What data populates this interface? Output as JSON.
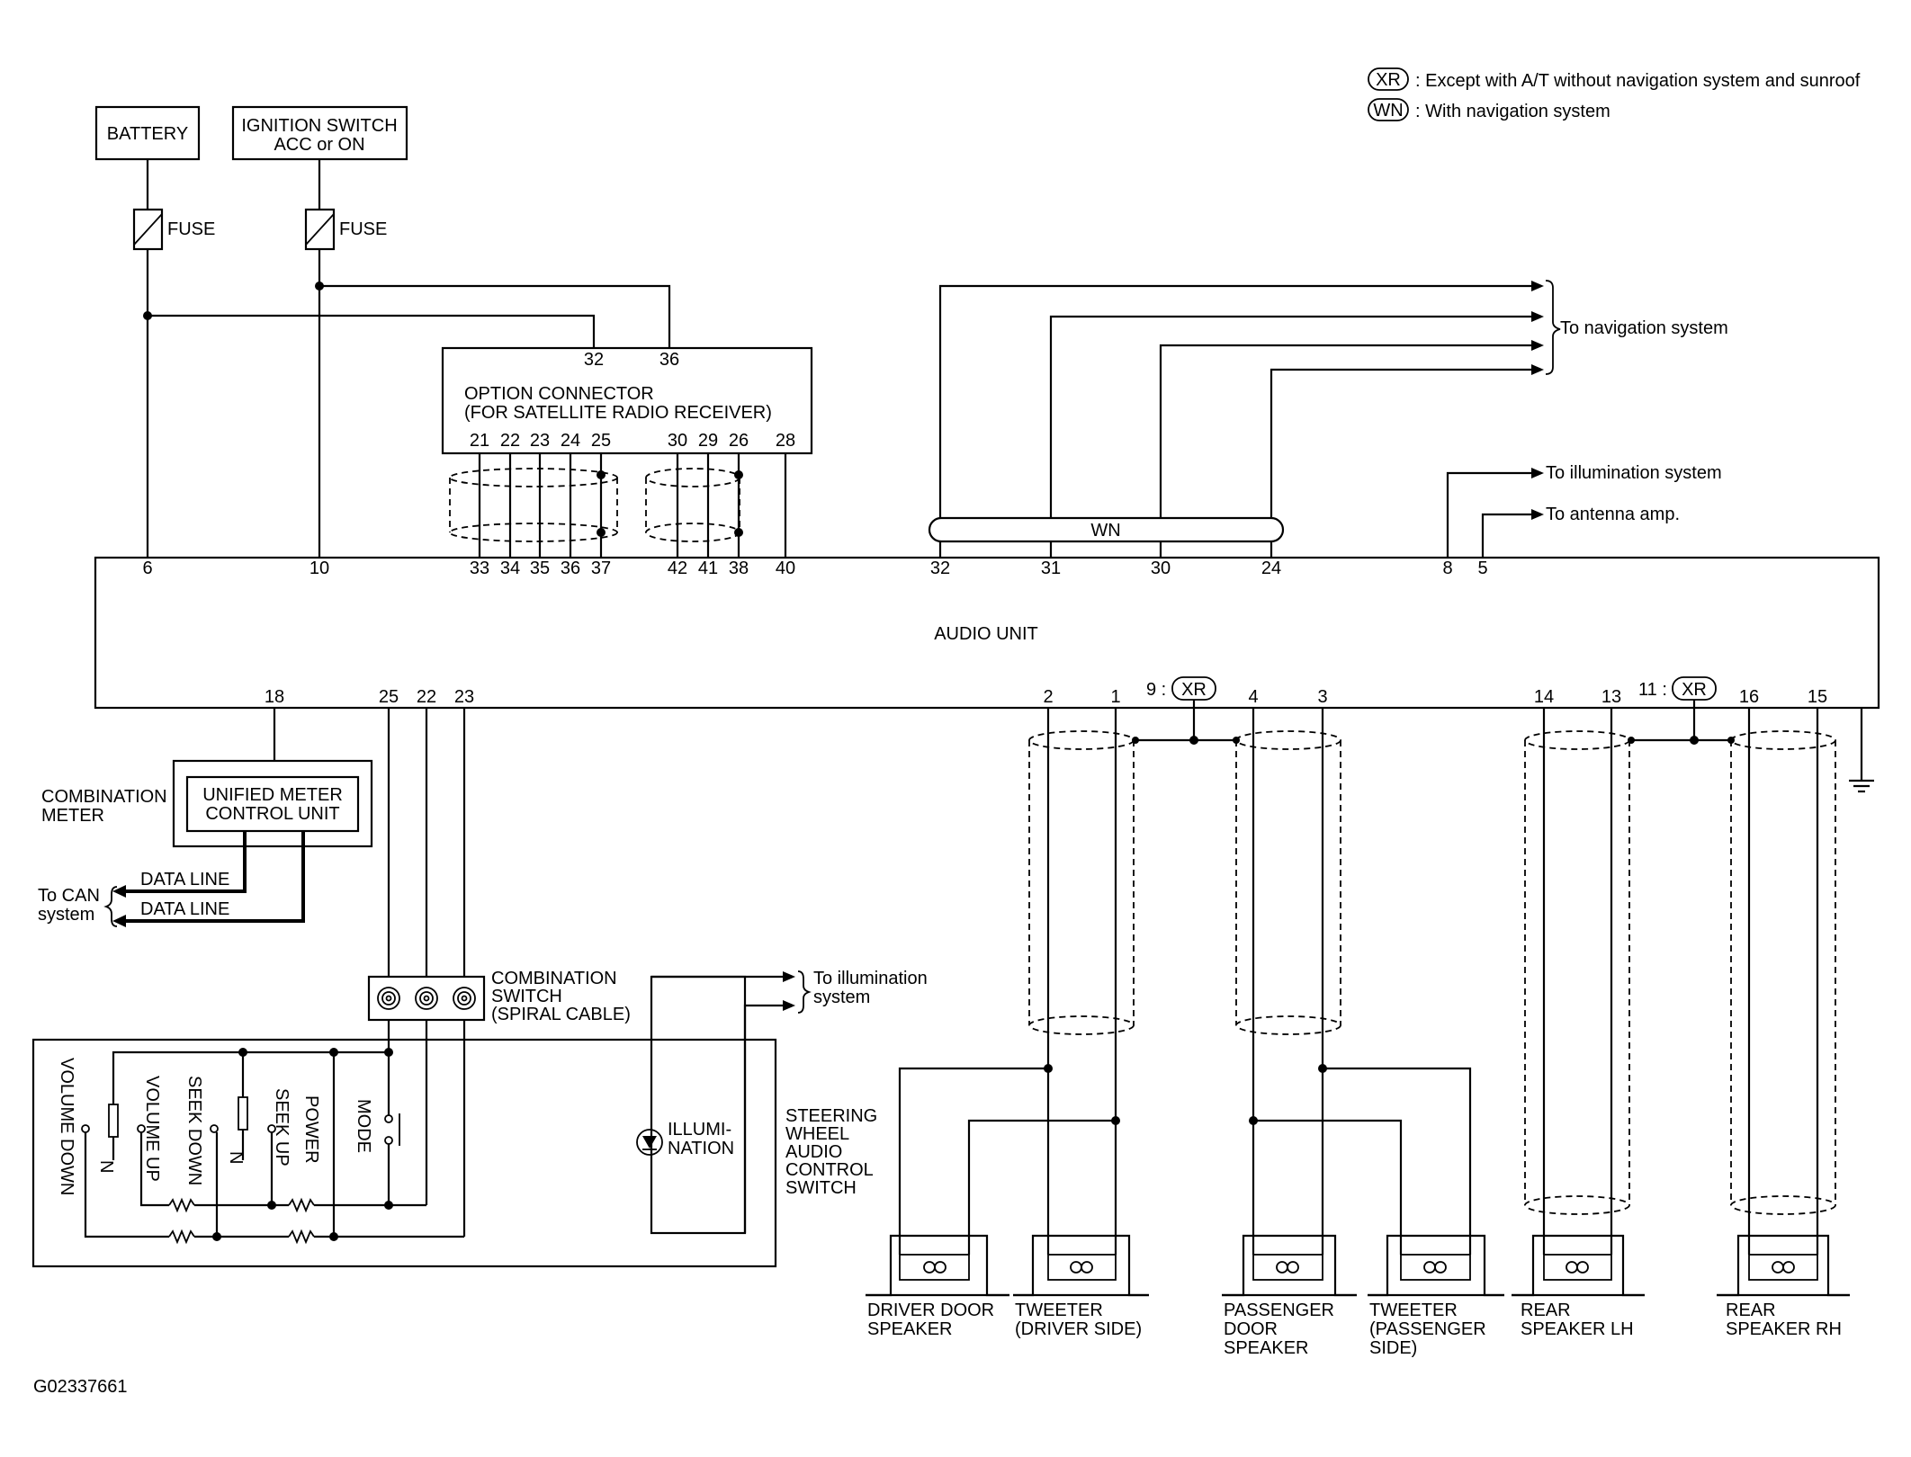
{
  "legend": {
    "xr": {
      "tag": "XR",
      "text": ": Except with A/T without navigation system and sunroof"
    },
    "wn": {
      "tag": "WN",
      "text": ": With navigation system"
    }
  },
  "power": {
    "battery": "BATTERY",
    "ignition_line1": "IGNITION SWITCH",
    "ignition_line2": "ACC or ON",
    "fuse": "FUSE"
  },
  "option_connector": {
    "title_line1": "OPTION CONNECTOR",
    "title_line2": "(FOR SATELLITE RADIO RECEIVER)",
    "top_pins": [
      "32",
      "36"
    ],
    "bottom_pins": [
      "21",
      "22",
      "23",
      "24",
      "25",
      "30",
      "29",
      "26",
      "28"
    ]
  },
  "navigation": {
    "label": "To navigation system",
    "harness": "WN"
  },
  "to_illumination": "To illumination system",
  "to_antenna": "To antenna amp.",
  "audio_unit": {
    "title": "AUDIO UNIT",
    "top_pins": [
      "6",
      "10",
      "33",
      "34",
      "35",
      "36",
      "37",
      "42",
      "41",
      "38",
      "40",
      "32",
      "31",
      "30",
      "24",
      "8",
      "5"
    ],
    "bottom_pins": [
      "18",
      "25",
      "22",
      "23",
      "2",
      "1",
      "4",
      "3",
      "14",
      "13",
      "16",
      "15"
    ],
    "xr_pin_front": "9 :",
    "xr_pin_rear": "11 :"
  },
  "combination_meter": {
    "label_line1": "COMBINATION",
    "label_line2": "METER",
    "unit_line1": "UNIFIED METER",
    "unit_line2": "CONTROL UNIT",
    "data_line": "DATA LINE",
    "can_line1": "To CAN",
    "can_line2": "system"
  },
  "combination_switch": {
    "line1": "COMBINATION",
    "line2": "SWITCH",
    "line3": "(SPIRAL CABLE)"
  },
  "illum_system": {
    "line1": "To illumination",
    "line2": "system"
  },
  "steering_switch": {
    "buttons": [
      "VOLUME DOWN",
      "VOLUME UP",
      "SEEK DOWN",
      "SEEK UP",
      "POWER",
      "MODE"
    ],
    "n_marks": [
      "N",
      "N"
    ],
    "illum_line1": "ILLUMI-",
    "illum_line2": "NATION",
    "title_lines": [
      "STEERING",
      "WHEEL",
      "AUDIO",
      "CONTROL",
      "SWITCH"
    ]
  },
  "speakers": [
    {
      "line1": "DRIVER DOOR",
      "line2": "SPEAKER",
      "line3": ""
    },
    {
      "line1": "TWEETER",
      "line2": "(DRIVER SIDE)",
      "line3": ""
    },
    {
      "line1": "PASSENGER",
      "line2": "DOOR",
      "line3": "SPEAKER"
    },
    {
      "line1": "TWEETER",
      "line2": "(PASSENGER",
      "line3": " SIDE)"
    },
    {
      "line1": "REAR",
      "line2": "SPEAKER LH",
      "line3": ""
    },
    {
      "line1": "REAR",
      "line2": "SPEAKER RH",
      "line3": ""
    }
  ],
  "figure_id": "G02337661"
}
